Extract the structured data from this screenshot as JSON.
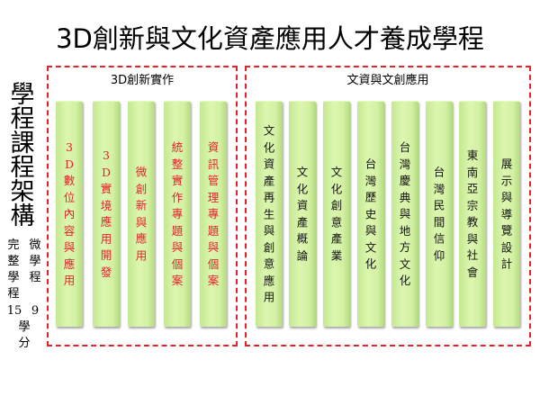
{
  "title": "3D創新與文化資產應用人才養成學程",
  "side": {
    "heading": "學程課程架構",
    "full_label": "完整學程",
    "full_credits": "15",
    "micro_label": "微學程",
    "micro_credits": "9",
    "credit_unit": "學分"
  },
  "groups": [
    {
      "title": "3D創新實作",
      "courses": [
        "3D數位內容與應用",
        "3D實境應用開發",
        "微創新與應用",
        "統整實作專題與個案",
        "資訊管理專題與個案"
      ]
    },
    {
      "title": "文資與文創應用",
      "courses": [
        "文化資產再生與創意應用",
        "文化資產概論",
        "文化創意產業",
        "台灣歷史與文化",
        "台灣慶典與地方文化",
        "台灣民間信仰",
        "東南亞宗教與社會",
        "展示與導覽設計"
      ]
    }
  ],
  "colors": {
    "dash": "#e8222a",
    "bar": "#d2f0a2",
    "red_text": "#e4202a"
  }
}
